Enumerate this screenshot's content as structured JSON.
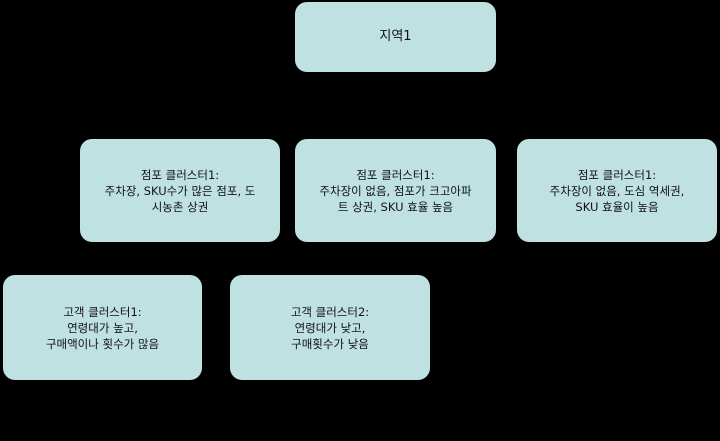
{
  "root": {
    "label": "지역1"
  },
  "store_clusters": [
    {
      "lines": [
        "점포 클러스터1:",
        "주차장, SKU수가 많은 점포, 도",
        "시농촌 상권"
      ]
    },
    {
      "lines": [
        "점포 클러스터1:",
        "주차장이 없음, 점포가 크고아파",
        "트 상권, SKU 효율 높음"
      ]
    },
    {
      "lines": [
        "점포 클러스터1:",
        "주차장이 없음, 도심 역세권,",
        "SKU 효율이 높음"
      ]
    }
  ],
  "customer_clusters": [
    {
      "lines": [
        "고객 클러스터1:",
        "연령대가 높고,",
        "구매액이나 횟수가 많음"
      ]
    },
    {
      "lines": [
        "고객 클러스터2:",
        "연령대가 낮고,",
        "구매횟수가 낮음"
      ]
    }
  ],
  "colors": {
    "node_fill": "#bfe1e1",
    "background": "#000000",
    "text": "#111111"
  }
}
